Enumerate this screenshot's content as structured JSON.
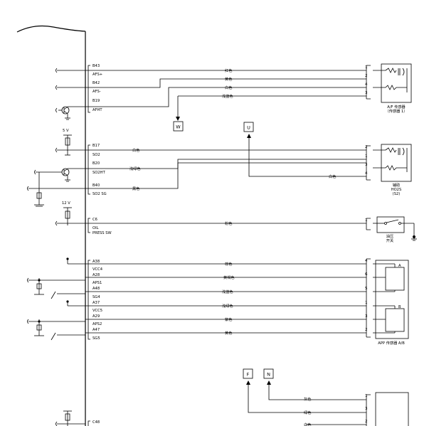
{
  "ecu_pins": {
    "b43": "B43",
    "afs_plus": "AFS+",
    "b42": "B42",
    "afs_minus": "AFS-",
    "b19": "B19",
    "afht": "AFHT",
    "b17": "B17",
    "so2": "SO2",
    "b20": "B20",
    "so2ht": "SO2HT",
    "b40": "B40",
    "so2sg": "SO2 SG",
    "c6": "C6",
    "oil": "OIL",
    "press_sw": "PRESS SW",
    "a38": "A38",
    "vcc4": "VCC4",
    "a28": "A28",
    "aps1": "APS1",
    "a48": "A48",
    "sg4": "SG4",
    "a37": "A37",
    "vcc5": "VCC5",
    "a29": "A29",
    "aps2": "APS2",
    "a47": "A47",
    "sg5": "SG5",
    "c48": "C48"
  },
  "voltages": {
    "v5": "5 V",
    "v12": "12 V"
  },
  "wire_colors": {
    "af_red": "红色",
    "af_yellow": "黄色",
    "af_white": "白色",
    "af_lightblue": "浅蓝色",
    "so2_white": "白色",
    "so2_lightgreen": "浅绿色",
    "so2_black": "黑色",
    "ho2s_white": "白色",
    "oil_pink": "粉色",
    "app_brown": "棕色",
    "app_yellowgreen": "黄褐色",
    "app_lightblue": "浅蓝色",
    "app_lightgreen": "浅绿色",
    "app_purple": "紫色",
    "app_yellow": "黄色",
    "bottom_gray": "灰色",
    "bottom_green": "绿色",
    "bottom_partial": "白色"
  },
  "connector_pins": {
    "af": [
      "1",
      "2",
      "4",
      "3"
    ],
    "ho2s": [
      "2",
      "1",
      "3",
      "4"
    ],
    "oil": "1",
    "app": [
      "4",
      "6",
      "5",
      "1",
      "3",
      "2"
    ],
    "bottom": [
      "1",
      "3",
      "2"
    ]
  },
  "components": {
    "af_sensor_l1": "A/F 传感器",
    "af_sensor_l2": "（传感器 1）",
    "ho2s_l1": "辅助",
    "ho2s_l2": "HO2S",
    "ho2s_l3": "(S2)",
    "oil_l1": "油压",
    "oil_l2": "开关",
    "app_caption": "APP 传感器 A/B",
    "app_a": "A",
    "app_b": "B"
  },
  "boxes": {
    "w": "W",
    "u": "U",
    "f": "F",
    "n": "N"
  }
}
